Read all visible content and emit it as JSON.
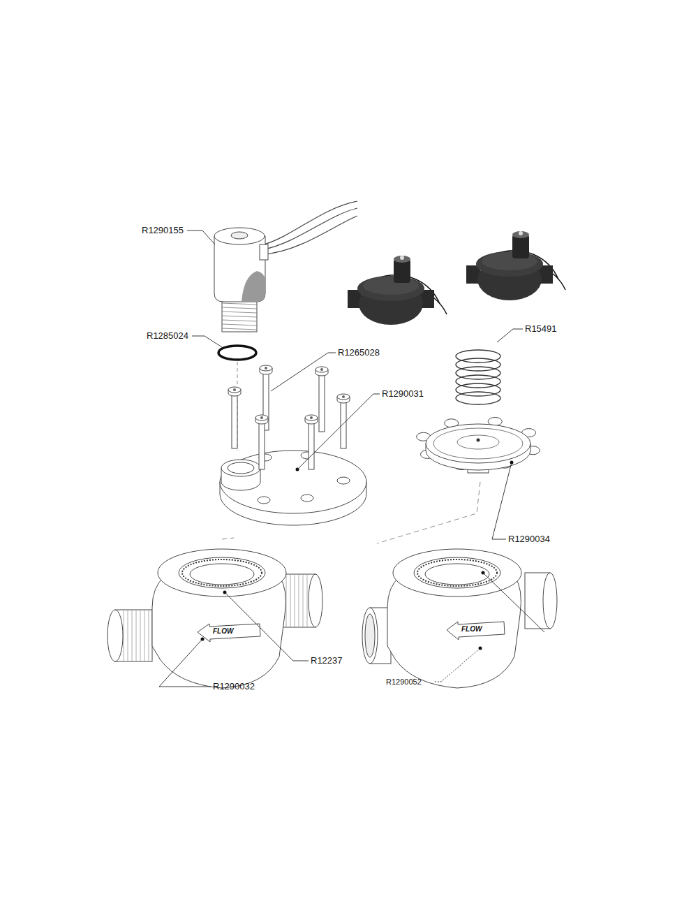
{
  "diagram": {
    "labels": [
      "R1290155",
      "R1285024",
      "R1265028",
      "R1290031",
      "R15491",
      "R1290034",
      "R12237",
      "R1290032",
      "R1290052",
      "FLOW",
      "FLOW"
    ]
  }
}
